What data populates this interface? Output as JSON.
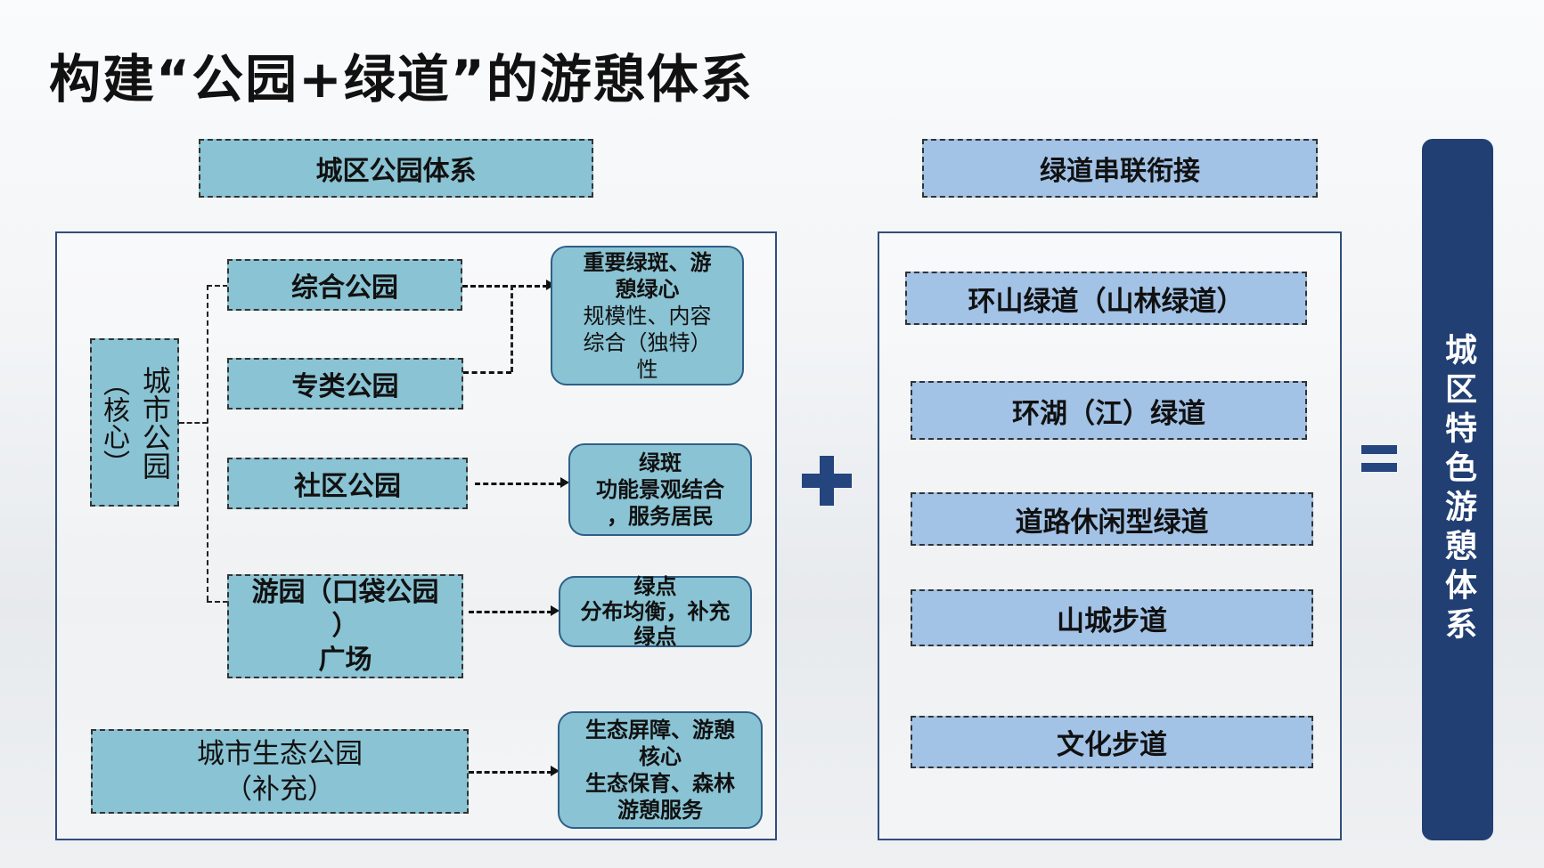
{
  "title": "构建“公园+绿道”的游憩体系",
  "left_header": "城区公园体系",
  "right_header": "绿道串联衔接",
  "core": {
    "line1": "城市公园",
    "line2": "（核心）"
  },
  "parks": {
    "comprehensive": "综合公园",
    "specialized": "专类公园",
    "community": "社区公园",
    "pocket_line1": "游园（口袋公园",
    "pocket_line2": "）",
    "pocket_line3": "广场",
    "ecological_line1": "城市生态公园",
    "ecological_line2": "（补充）"
  },
  "descriptions": {
    "d1_bold1": "重要绿斑、游",
    "d1_bold2": "憩绿心",
    "d1_line3": "规模性、内容",
    "d1_line4": "综合（独特）",
    "d1_line5": "性",
    "d2_line1": "绿斑",
    "d2_line2": "功能景观结合",
    "d2_line3": "，服务居民",
    "d3_line1": "绿点",
    "d3_line2": "分布均衡，补充",
    "d3_line3": "绿点",
    "d4_line1": "生态屏障、游憩",
    "d4_line2": "核心",
    "d4_line3": "生态保育、森林",
    "d4_line4": "游憩服务"
  },
  "greenways": [
    "环山绿道（山林绿道）",
    "环湖（江）绿道",
    "道路休闲型绿道",
    "山城步道",
    "文化步道"
  ],
  "result": "城区特色游憩体系",
  "colors": {
    "teal": "#8ac3d3",
    "light_blue": "#a2c2e6",
    "navy": "#213f72"
  }
}
